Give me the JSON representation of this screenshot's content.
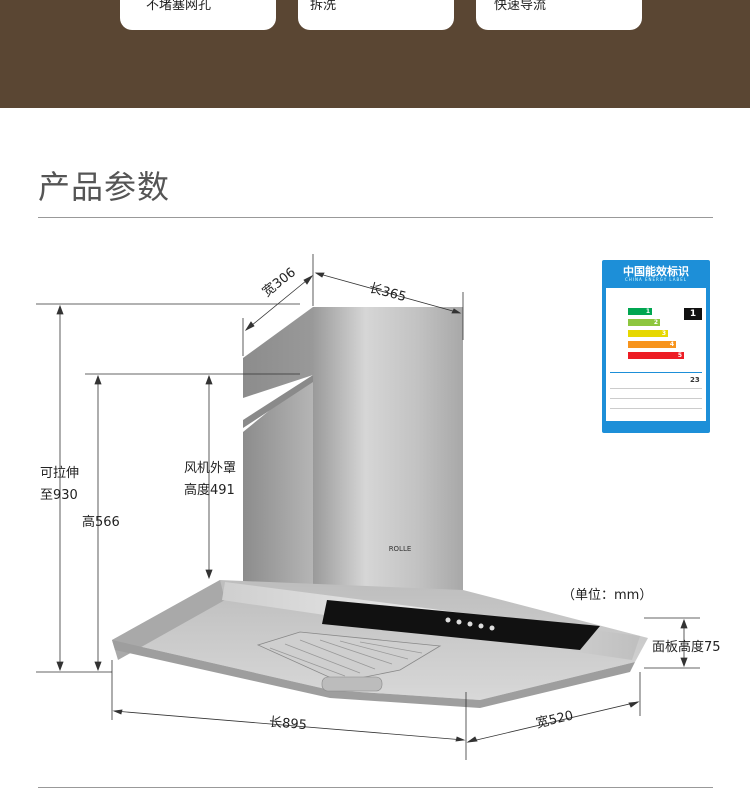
{
  "features": [
    {
      "label": "不堵塞网孔"
    },
    {
      "label": "拆洗"
    },
    {
      "label": "快速导流"
    }
  ],
  "section_title": "产品参数",
  "dimensions": {
    "width_top": "宽306",
    "length_top": "长365",
    "extend_label_line1": "可拉伸",
    "extend_label_line2": "至930",
    "height_label": "高566",
    "fan_cover_line1": "风机外罩",
    "fan_cover_line2": "高度491",
    "unit": "（单位：mm）",
    "panel_height": "面板高度75",
    "length_bottom": "长895",
    "width_bottom": "宽520"
  },
  "energy_label": {
    "title": "中国能效标识",
    "subtitle": "CHINA ENERGY LABEL",
    "grades": [
      "1",
      "2",
      "3",
      "4",
      "5"
    ],
    "rated_grade": "1",
    "value": "23",
    "colors": [
      "#00a651",
      "#8dc63f",
      "#fff200",
      "#f7941d",
      "#ed1c24"
    ]
  },
  "brand_mark": "ROLLE"
}
